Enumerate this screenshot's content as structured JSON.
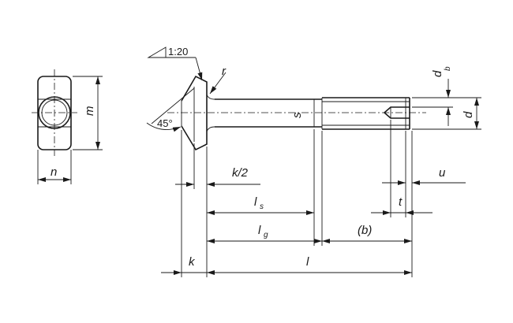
{
  "labels": {
    "taper": "1:20",
    "r": "r",
    "angle": "45°",
    "m": "m",
    "n": "n",
    "k_half": "k/2",
    "ls_main": "l",
    "ls_sub": "s",
    "lg_main": "l",
    "lg_sub": "g",
    "b": "(b)",
    "k": "k",
    "l": "l",
    "db_main": "d",
    "db_sub": "b",
    "d": "d",
    "u": "u",
    "t": "t",
    "s": "s"
  }
}
